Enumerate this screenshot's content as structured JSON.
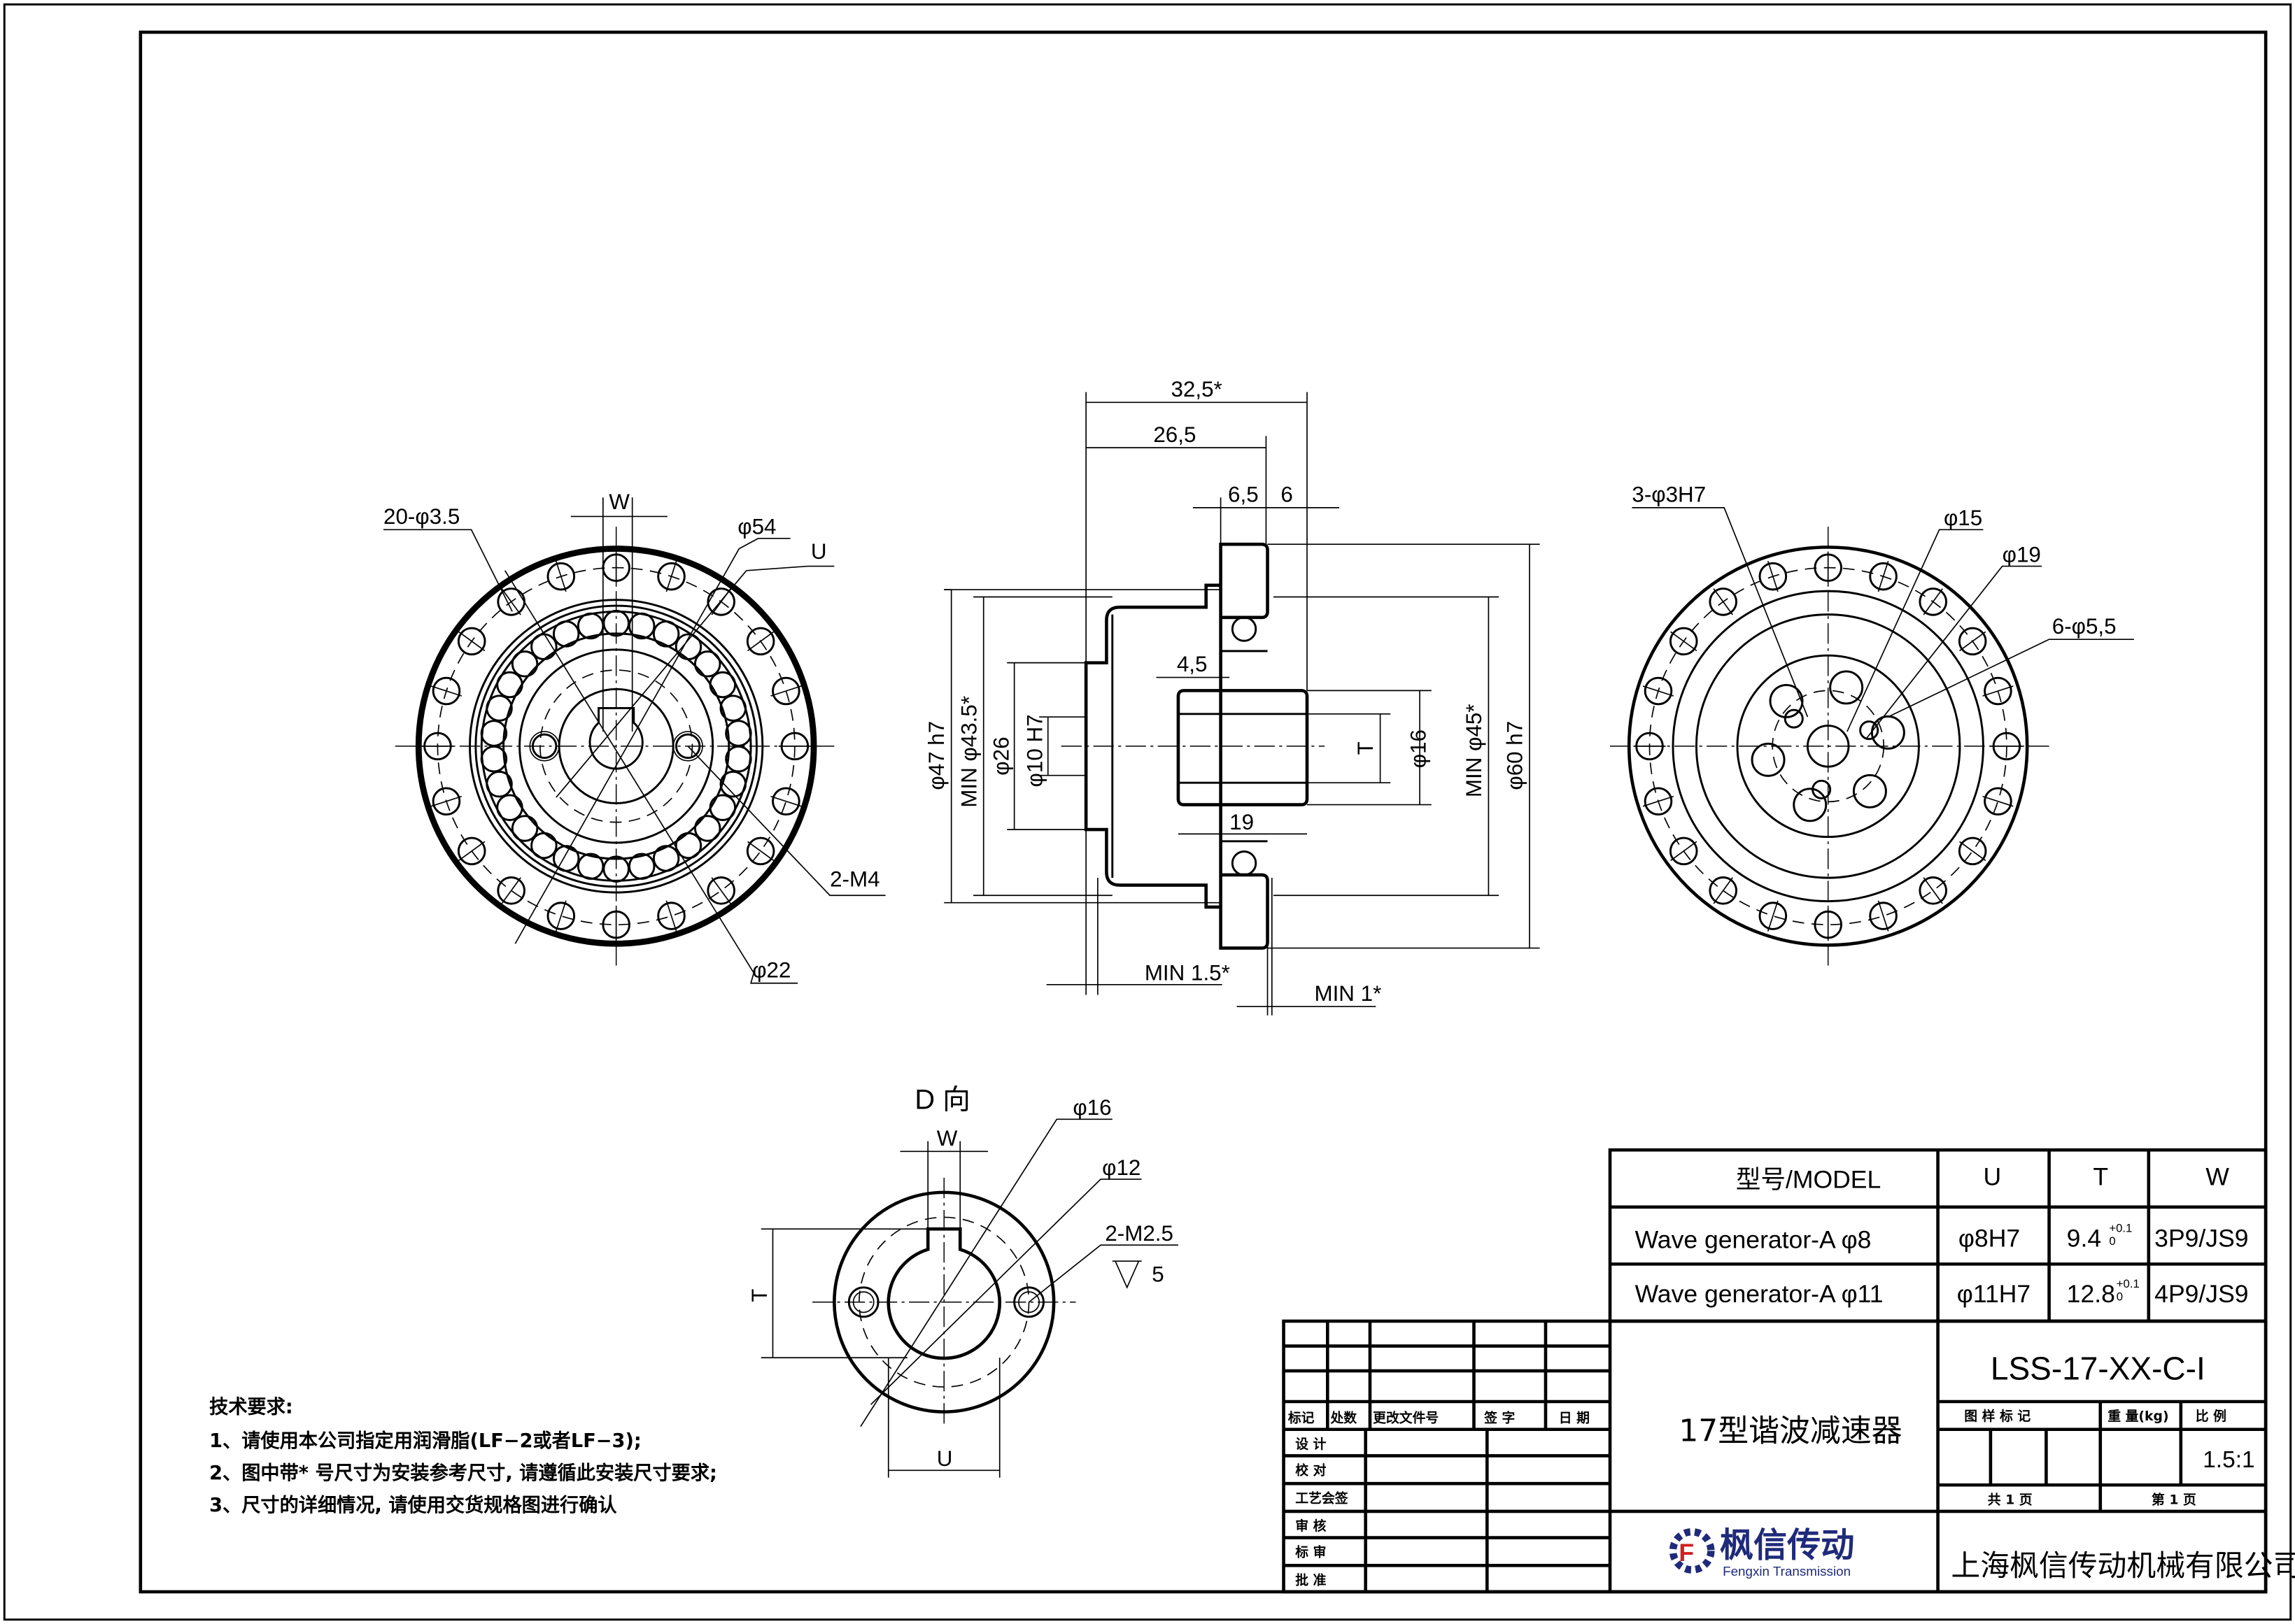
{
  "left_view": {
    "holes": "20-φ3.5",
    "w": "W",
    "d54": "φ54",
    "u": "U",
    "m4": "2-M4",
    "d22": "φ22"
  },
  "section_view": {
    "d32": "32,5*",
    "d26": "26,5",
    "d65": "6,5",
    "d6": "6",
    "d45": "4,5",
    "d19": "19",
    "d47": "φ47 h7",
    "d435": "MIN φ43.5*",
    "d26v": "φ26",
    "d10": "φ10 H7",
    "t": "T",
    "d16": "φ16",
    "dmin45": "MIN φ45*",
    "d60": "φ60 h7",
    "min15": "MIN 1.5*",
    "min1": "MIN 1*"
  },
  "right_view": {
    "h3": "3-φ3H7",
    "d15": "φ15",
    "d19": "φ19",
    "h6": "6-φ5,5"
  },
  "d_view": {
    "title": "D 向",
    "w": "W",
    "d16": "φ16",
    "d12": "φ12",
    "m25": "2-M2.5",
    "depth": "5",
    "t": "T",
    "u": "U"
  },
  "tech_requirements": {
    "title": "技术要求:",
    "items": [
      "1、请使用本公司指定用润滑脂(LF−2或者LF−3);",
      "2、图中带* 号尺寸为安装参考尺寸, 请遵循此安装尺寸要求;",
      "3、尺寸的详细情况, 请使用交货规格图进行确认"
    ]
  },
  "spec_table": {
    "headers": [
      "型号/MODEL",
      "U",
      "T",
      "W"
    ],
    "rows": [
      {
        "model": "Wave generator-A φ8",
        "u": "φ8H7",
        "t": "9.4",
        "t_up": "+0.1",
        "t_low": "0",
        "w": "3P9/JS9"
      },
      {
        "model": "Wave generator-A φ11",
        "u": "φ11H7",
        "t": "12.8",
        "t_up": "+0.1",
        "t_low": "0",
        "w": "4P9/JS9"
      }
    ]
  },
  "title_block": {
    "revision_headers": [
      "标记",
      "处数",
      "更改文件号",
      "签  字",
      "日 期"
    ],
    "roles": [
      "设  计",
      "校  对",
      "工艺会签",
      "审  核",
      "标  审",
      "批  准"
    ],
    "part_name": "17型谐波减速器",
    "drawing_number": "LSS-17-XX-C-I",
    "labels": {
      "mark": "图 样 标 记",
      "weight": "重 量(kg)",
      "scale": "比  例"
    },
    "scale": "1.5:1",
    "total_pages": "共 1 页",
    "page": "第 1 页",
    "logo_cn": "枫信传动",
    "logo_en": "Fengxin Transmission",
    "company": "上海枫信传动机械有限公司"
  },
  "colors": {
    "logo_blue": "#1f2a7a",
    "logo_red": "#d0201e",
    "line": "#000000"
  }
}
